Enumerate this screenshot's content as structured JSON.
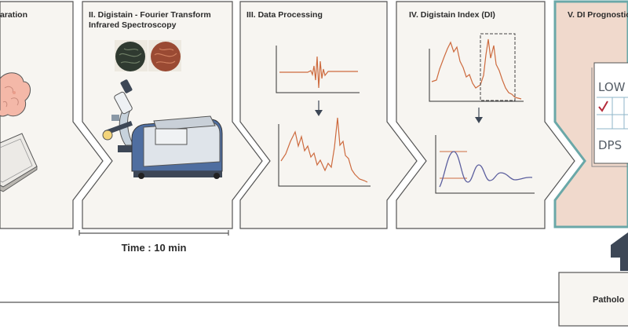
{
  "stages": [
    {
      "id": "stage-1",
      "title_lines": [
        "aration"
      ]
    },
    {
      "id": "stage-2",
      "title_lines": [
        "II. Digistain - Fourier Transform",
        "Infrared Spectroscopy"
      ]
    },
    {
      "id": "stage-3",
      "title_lines": [
        "III. Data Processing"
      ]
    },
    {
      "id": "stage-4",
      "title_lines": [
        "IV. Digistain Index (DI)"
      ]
    },
    {
      "id": "stage-5",
      "title_lines": [
        "V. DI Prognostic"
      ]
    }
  ],
  "time_label": "Time : 10 min",
  "pathology_label": "Patholo",
  "report_sheet": {
    "top_text": "LOW",
    "bottom_text": "DPS"
  },
  "colors": {
    "panel_bg": "#f7f5f1",
    "panel_border": "#555555",
    "highlight_bg": "#f0d9cc",
    "highlight_border": "#6aa8a8",
    "spectrum": "#cd6b3f",
    "axis": "#333333",
    "arrow_dark": "#3d4756",
    "purple_curve": "#5c5f9e"
  }
}
